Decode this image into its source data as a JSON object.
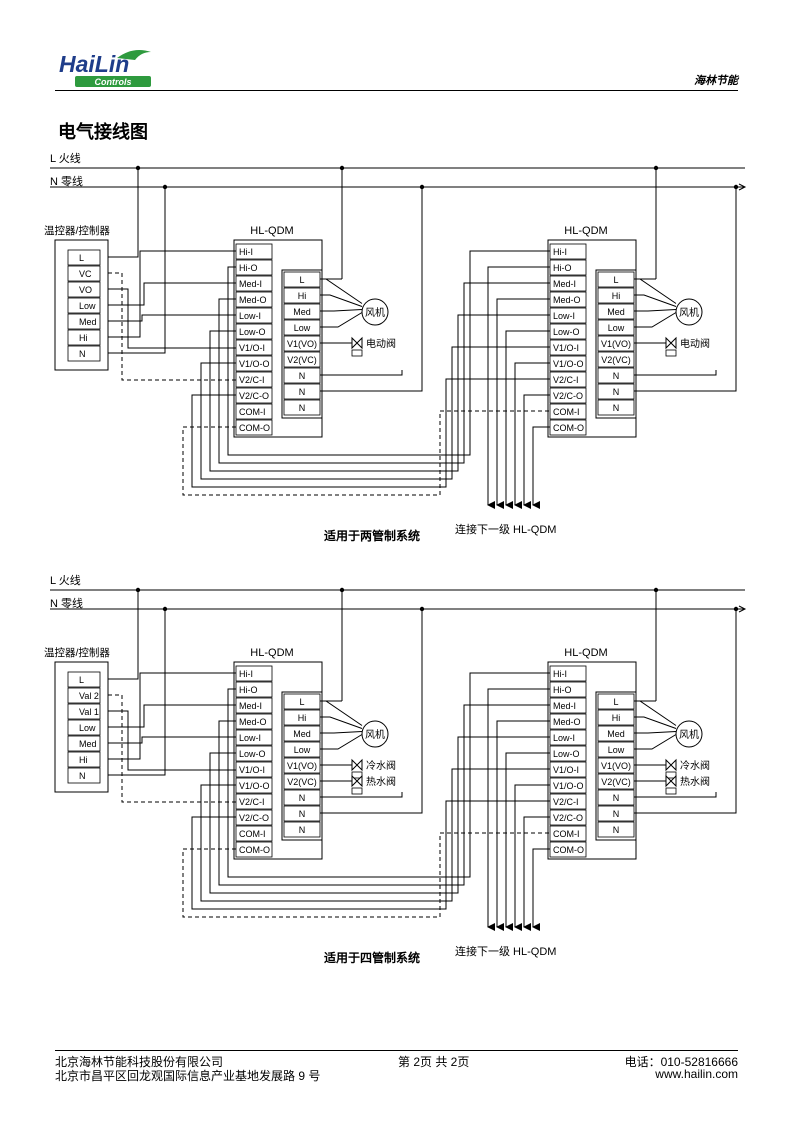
{
  "header": {
    "logo_main": "HaiLin",
    "logo_sub": "Controls",
    "brand_right": "海林节能"
  },
  "page_title": "电气接线图",
  "colors": {
    "logo_blue": "#1f3d8a",
    "logo_green": "#2e9a3e",
    "line": "#000000"
  },
  "diagrams": [
    {
      "line_L": "L  火线",
      "line_N": "N 零线",
      "controller_title": "温控器/控制器",
      "controller_terminals": [
        "L",
        "VC",
        "VO",
        "Low",
        "Med",
        "Hi",
        "N"
      ],
      "module_title": "HL-QDM",
      "module_left_terminals": [
        "Hi-I",
        "Hi-O",
        "Med-I",
        "Med-O",
        "Low-I",
        "Low-O",
        "V1/O-I",
        "V1/O-O",
        "V2/C-I",
        "V2/C-O",
        "COM-I",
        "COM-O"
      ],
      "module_right_terminals": [
        "L",
        "Hi",
        "Med",
        "Low",
        "V1(VO)",
        "V2(VC)",
        "N",
        "N",
        "N"
      ],
      "fan_label": "风机",
      "valve_labels": [
        "电动阀"
      ],
      "next_label": "连接下一级 HL-QDM",
      "caption": "适用于两管制系统"
    },
    {
      "line_L": "L  火线",
      "line_N": "N 零线",
      "controller_title": "温控器/控制器",
      "controller_terminals": [
        "L",
        "Val 2",
        "Val 1",
        "Low",
        "Med",
        "Hi",
        "N"
      ],
      "module_title": "HL-QDM",
      "module_left_terminals": [
        "Hi-I",
        "Hi-O",
        "Med-I",
        "Med-O",
        "Low-I",
        "Low-O",
        "V1/O-I",
        "V1/O-O",
        "V2/C-I",
        "V2/C-O",
        "COM-I",
        "COM-O"
      ],
      "module_right_terminals": [
        "L",
        "Hi",
        "Med",
        "Low",
        "V1(VO)",
        "V2(VC)",
        "N",
        "N",
        "N"
      ],
      "fan_label": "风机",
      "valve_labels": [
        "冷水阀",
        "热水阀"
      ],
      "next_label": "连接下一级 HL-QDM",
      "caption": "适用于四管制系统"
    }
  ],
  "footer": {
    "company": "北京海林节能科技股份有限公司",
    "address": "北京市昌平区回龙观国际信息产业基地发展路 9 号",
    "page": "第 2页  共 2页",
    "phone": "电话：010-52816666",
    "website": "www.hailin.com"
  }
}
